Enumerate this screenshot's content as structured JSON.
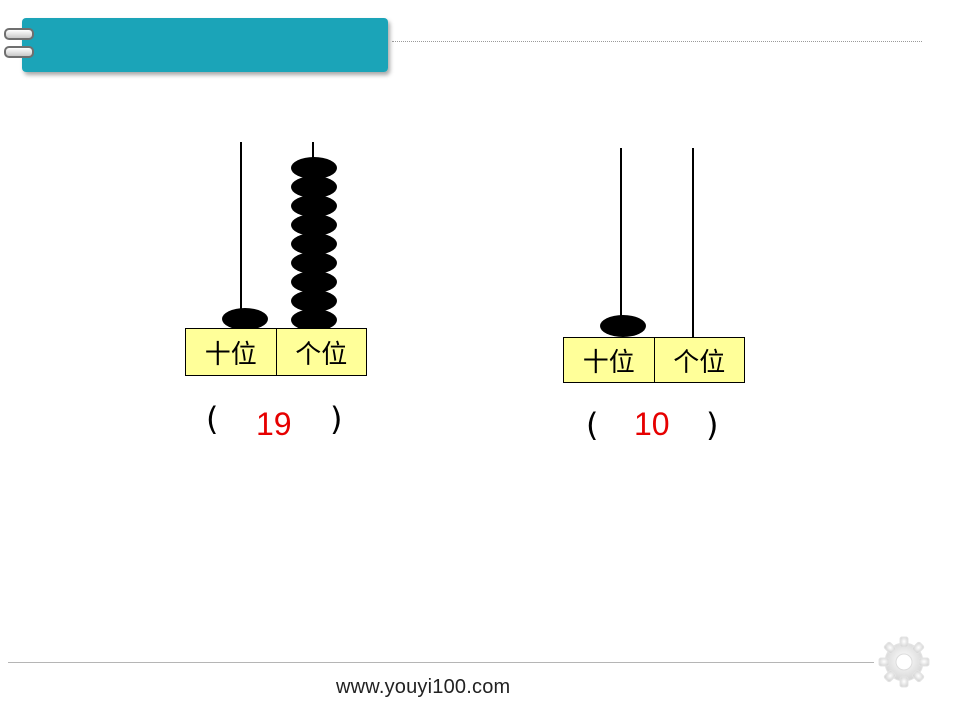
{
  "header": {
    "tab_color": "#1ba4b8"
  },
  "abacus_left": {
    "place_labels": [
      "十位",
      "个位"
    ],
    "tens_beads": 1,
    "ones_beads": 9,
    "answer": "19",
    "open_paren": "(",
    "close_paren": ")"
  },
  "abacus_right": {
    "place_labels": [
      "十位",
      "个位"
    ],
    "tens_beads": 1,
    "ones_beads": 0,
    "answer": "10",
    "open_paren": "(",
    "close_paren": ")"
  },
  "answer_color": "#e60000",
  "box_color": "#ffff99",
  "footer": {
    "url": "www.youyi100.com",
    "logo_icon": "gear-icon"
  }
}
